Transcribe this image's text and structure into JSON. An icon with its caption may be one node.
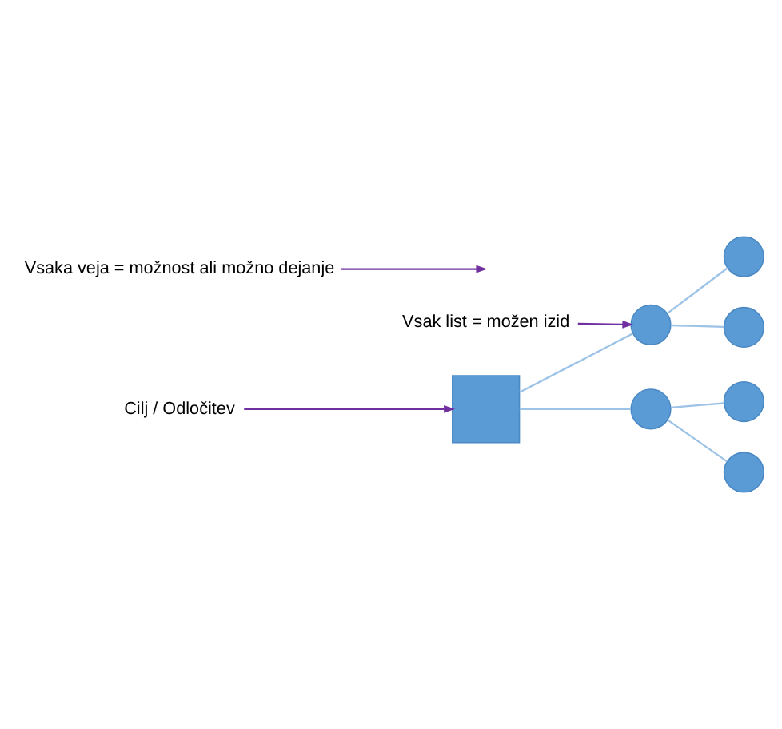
{
  "diagram": {
    "nodes": [
      {
        "text": [
          "Vsak list = možen izid"
        ]
      },
      {
        "text": [
          "Vsaka veja = možnost ali možno dejanje"
        ]
      },
      {
        "text": [
          "Cilj / Odločitev"
        ]
      },
      {
        "text": [],
        "shape": "box"
      },
      {
        "text": [],
        "shape": "circle"
      },
      {
        "text": [],
        "shape": "circle"
      },
      {
        "text": [],
        "shape": "circle"
      },
      {
        "text": [],
        "shape": "circle"
      },
      {
        "text": [],
        "shape": "circle"
      },
      {
        "text": [],
        "shape": "circle"
      }
    ],
    "edges": [
      {
        "from": 0,
        "to": 4,
        "arrow": "to",
        "color": "#7030a0"
      },
      {
        "from": 1,
        "to": null,
        "arrow": "to",
        "color": "#7030a0"
      },
      {
        "from": 2,
        "to": 3,
        "arrow": "to",
        "color": "#7030a0"
      },
      {
        "from": 3,
        "to": 4,
        "arrow": "none"
      },
      {
        "from": 3,
        "to": 5,
        "arrow": "none"
      },
      {
        "from": 4,
        "to": 6,
        "arrow": "none"
      },
      {
        "from": 4,
        "to": 7,
        "arrow": "none"
      },
      {
        "from": 5,
        "to": 8,
        "arrow": "none"
      },
      {
        "from": 5,
        "to": 9,
        "arrow": "none"
      }
    ]
  }
}
